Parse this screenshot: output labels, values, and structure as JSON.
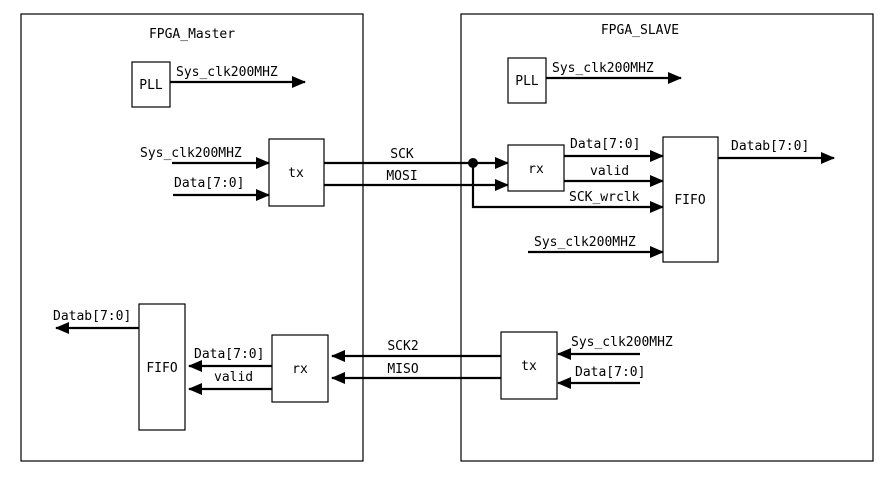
{
  "master": {
    "title": "FPGA_Master",
    "pll": {
      "label": "PLL",
      "output": "Sys_clk200MHZ"
    },
    "tx": {
      "label": "tx",
      "inputs": [
        "Sys_clk200MHZ",
        "Data[7:0]"
      ]
    },
    "rx": {
      "label": "rx",
      "outputs": [
        "Data[7:0]",
        "valid"
      ]
    },
    "fifo": {
      "label": "FIFO",
      "output": "Datab[7:0]"
    }
  },
  "slave": {
    "title": "FPGA_SLAVE",
    "pll": {
      "label": "PLL",
      "output": "Sys_clk200MHZ"
    },
    "rx": {
      "label": "rx",
      "outputs": [
        "Data[7:0]",
        "valid"
      ]
    },
    "fifo": {
      "label": "FIFO",
      "inputs": [
        "Data[7:0]",
        "valid",
        "SCK_wrclk",
        "Sys_clk200MHZ"
      ],
      "output": "Datab[7:0]"
    },
    "tx": {
      "label": "tx",
      "inputs": [
        "Sys_clk200MHZ",
        "Data[7:0]"
      ]
    }
  },
  "links": {
    "m2s": [
      "SCK",
      "MOSI"
    ],
    "s2m": [
      "SCK2",
      "MISO"
    ]
  }
}
